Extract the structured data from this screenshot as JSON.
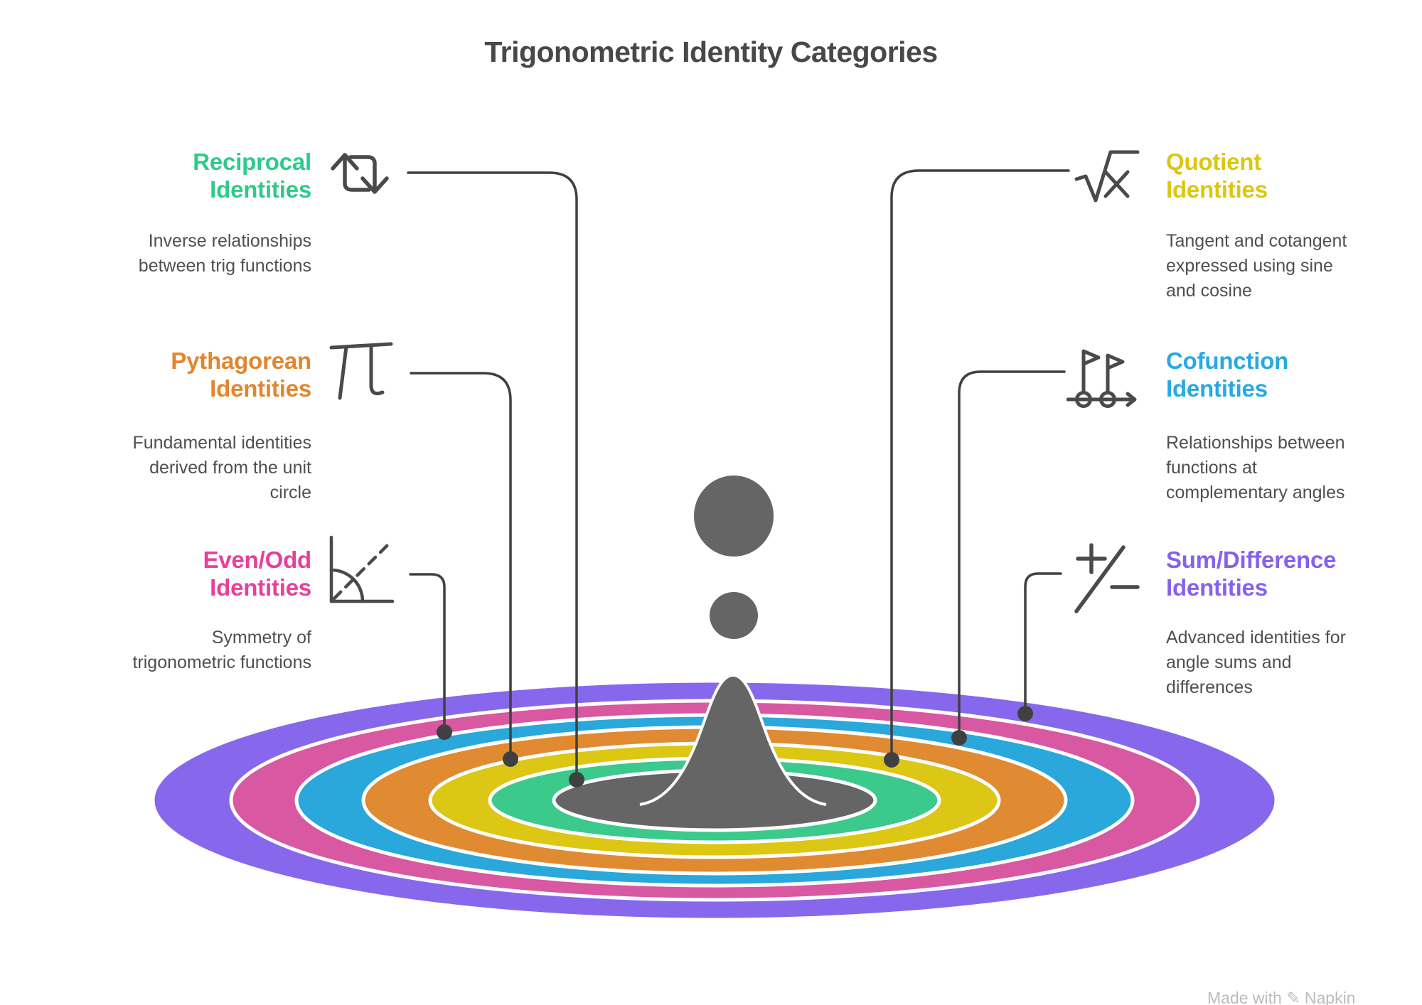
{
  "title": "Trigonometric Identity Categories",
  "watermark": "Made with ✎ Napkin",
  "colors": {
    "page_bg": "#ffffff",
    "title_text": "#48484a",
    "body_text": "#4f4f50",
    "icon_stroke": "#4a4a4b",
    "connector": "#3f4040",
    "ring_stroke": "#ffffff",
    "splash": "#656566",
    "watermark_text": "#b9bcbe"
  },
  "categories": [
    {
      "id": "reciprocal",
      "side": "left",
      "color": "#2eca8c",
      "title_lines": [
        "Reciprocal",
        "Identities"
      ],
      "desc_lines": [
        "Inverse relationships",
        "between trig functions"
      ],
      "icon": "loop-arrows-icon"
    },
    {
      "id": "pythagorean",
      "side": "left",
      "color": "#e2862d",
      "title_lines": [
        "Pythagorean",
        "Identities"
      ],
      "desc_lines": [
        "Fundamental identities",
        "derived from the unit",
        "circle"
      ],
      "icon": "pi-symbol-icon"
    },
    {
      "id": "even-odd",
      "side": "left",
      "color": "#ea3e9c",
      "title_lines": [
        "Even/Odd",
        "Identities"
      ],
      "desc_lines": [
        "Symmetry of",
        "trigonometric functions"
      ],
      "icon": "angle-arc-icon"
    },
    {
      "id": "quotient",
      "side": "right",
      "color": "#ddc60e",
      "title_lines": [
        "Quotient",
        "Identities"
      ],
      "desc_lines": [
        "Tangent and cotangent",
        "expressed using sine",
        "and cosine"
      ],
      "icon": "sqrt-x-icon"
    },
    {
      "id": "cofunction",
      "side": "right",
      "color": "#27a9e1",
      "title_lines": [
        "Cofunction",
        "Identities"
      ],
      "desc_lines": [
        "Relationships between",
        "functions at",
        "complementary angles"
      ],
      "icon": "milestone-flags-icon"
    },
    {
      "id": "sum-difference",
      "side": "right",
      "color": "#8561f1",
      "title_lines": [
        "Sum/Difference",
        "Identities"
      ],
      "desc_lines": [
        "Advanced identities for",
        "angle sums and",
        "differences"
      ],
      "icon": "plus-minus-icon"
    }
  ],
  "rings": [
    {
      "label": "Sum/Difference",
      "color": "#8768ec"
    },
    {
      "label": "Even/Odd",
      "color": "#d858a2"
    },
    {
      "label": "Cofunction",
      "color": "#2aa7db"
    },
    {
      "label": "Pythagorean",
      "color": "#e08a32"
    },
    {
      "label": "Quotient",
      "color": "#dcc715"
    },
    {
      "label": "Reciprocal",
      "color": "#3cc98c"
    },
    {
      "label": "center-pool",
      "color": "#656566"
    }
  ]
}
